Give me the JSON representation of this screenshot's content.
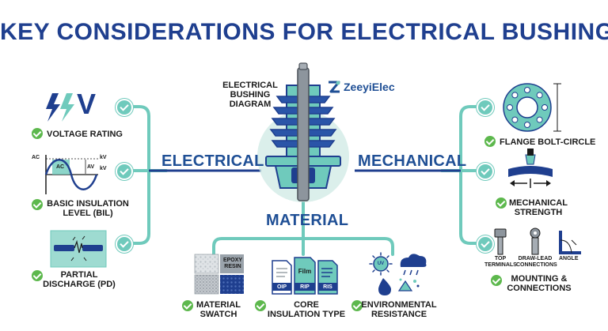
{
  "title": "KEY CONSIDERATIONS FOR ELECTRICAL BUSHINGS",
  "brand": {
    "name": "ZeeyiElec"
  },
  "center": {
    "caption_lines": [
      "ELECTRICAL",
      "BUSHING",
      "DIAGRAM"
    ]
  },
  "branches": {
    "electrical": "ELECTRICAL",
    "mechanical": "MECHANICAL",
    "material": "MATERIAL"
  },
  "electrical": {
    "voltage_rating": "VOLTAGE RATING",
    "voltage_symbol": "V",
    "bil_lines": [
      "BASIC INSULATION",
      "LEVEL (BIL)"
    ],
    "bil_graph": {
      "ac_left": "AC",
      "ac_wave": "AC",
      "av": "AV",
      "kv_top": "kV",
      "kv_bottom": "kV"
    },
    "pd_lines": [
      "PARTIAL",
      "DISCHARGE (PD)"
    ]
  },
  "mechanical": {
    "flange": "FLANGE BOLT-CIRCLE",
    "strength_lines": [
      "MECHANICAL",
      "STRENGTH"
    ],
    "mounting_lines": [
      "MOUNTING &",
      "CONNECTIONS"
    ],
    "terminals": {
      "top": [
        "TOP",
        "TERMINALS"
      ],
      "draw": [
        "DRAW-LEAD",
        "CONNECTIONS"
      ],
      "angle": "ANGLE"
    }
  },
  "material": {
    "swatch_lines": [
      "MATERIAL",
      "SWATCH"
    ],
    "swatch_tile_lines": [
      "EPOXY",
      "RESIN"
    ],
    "core_lines": [
      "CORE",
      "INSULATION TYPE"
    ],
    "core_docs": [
      "OIP",
      "Film",
      "RIP",
      "RIS"
    ],
    "env_lines": [
      "ENVIRONMENTAL",
      "RESISTANCE"
    ],
    "uv": "UV"
  },
  "colors": {
    "title": "#1f3f8f",
    "branch": "#1f4f95",
    "teal": "#6fcabc",
    "navy": "#1f3f8f",
    "check": "#5db84d"
  }
}
